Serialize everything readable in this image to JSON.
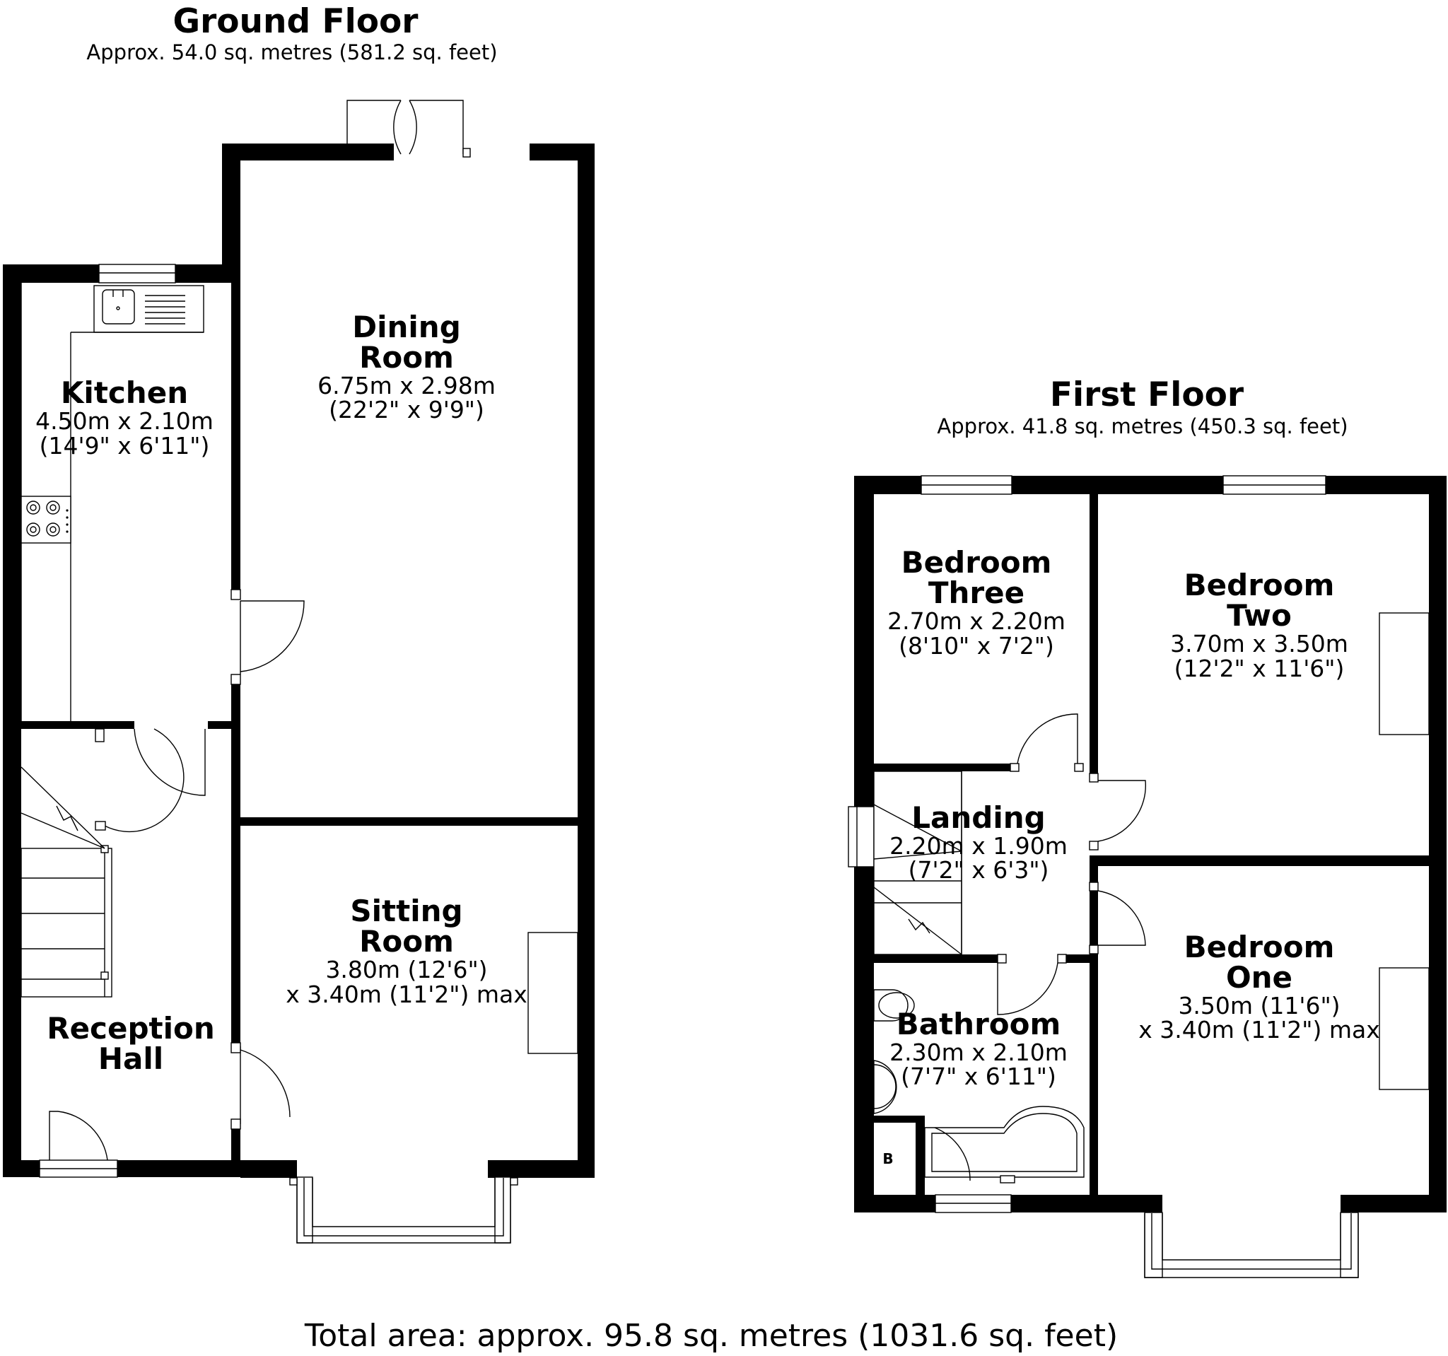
{
  "ground_floor": {
    "title": "Ground Floor",
    "area": "Approx. 54.0 sq. metres (581.2 sq. feet)",
    "rooms": [
      {
        "id": "dining-room",
        "name": [
          "Dining",
          "Room"
        ],
        "dims": [
          "6.75m x 2.98m",
          "(22'2\" x 9'9\")"
        ]
      },
      {
        "id": "kitchen",
        "name": [
          "Kitchen"
        ],
        "dims": [
          "4.50m x 2.10m",
          "(14'9\" x 6'11\")"
        ]
      },
      {
        "id": "sitting-room",
        "name": [
          "Sitting",
          "Room"
        ],
        "dims": [
          "3.80m (12'6\")",
          "x 3.40m (11'2\") max"
        ]
      },
      {
        "id": "reception-hall",
        "name": [
          "Reception",
          "Hall"
        ],
        "dims": []
      }
    ]
  },
  "first_floor": {
    "title": "First Floor",
    "area": "Approx. 41.8 sq. metres (450.3 sq. feet)",
    "rooms": [
      {
        "id": "bedroom-three",
        "name": [
          "Bedroom",
          "Three"
        ],
        "dims": [
          "2.70m x 2.20m",
          "(8'10\" x 7'2\")"
        ]
      },
      {
        "id": "bedroom-two",
        "name": [
          "Bedroom",
          "Two"
        ],
        "dims": [
          "3.70m x 3.50m",
          "(12'2\" x 11'6\")"
        ]
      },
      {
        "id": "landing",
        "name": [
          "Landing"
        ],
        "dims": [
          "2.20m x 1.90m",
          "(7'2\" x 6'3\")"
        ]
      },
      {
        "id": "bedroom-one",
        "name": [
          "Bedroom",
          "One"
        ],
        "dims": [
          "3.50m (11'6\")",
          "x 3.40m (11'2\") max"
        ]
      },
      {
        "id": "bathroom",
        "name": [
          "Bathroom"
        ],
        "dims": [
          "2.30m x 2.10m",
          "(7'7\" x 6'11\")"
        ]
      }
    ],
    "boiler_label": "B"
  },
  "total_area": "Total area: approx. 95.8 sq. metres (1031.6 sq. feet)"
}
